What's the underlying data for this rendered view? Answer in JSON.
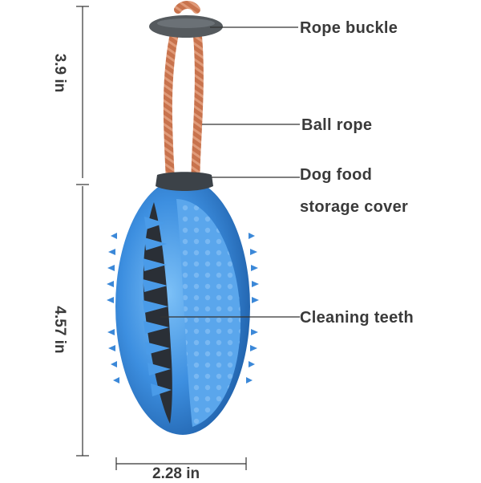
{
  "labels": {
    "rope_buckle": "Rope buckle",
    "ball_rope": "Ball rope",
    "storage_cover_line1": "Dog food",
    "storage_cover_line2": "storage cover",
    "cleaning_teeth": "Cleaning teeth"
  },
  "dimensions": {
    "rope_height": "3.9 in",
    "ball_height": "4.57 in",
    "ball_width": "2.28 in"
  },
  "colors": {
    "ball_blue": "#3d8fe0",
    "ball_light": "#6ab1f2",
    "ball_dark": "#1f5fa8",
    "rope": "#c8734d",
    "buckle": "#555a5e",
    "cap": "#3c4248",
    "text": "#3a3a3a",
    "line": "#333333"
  }
}
